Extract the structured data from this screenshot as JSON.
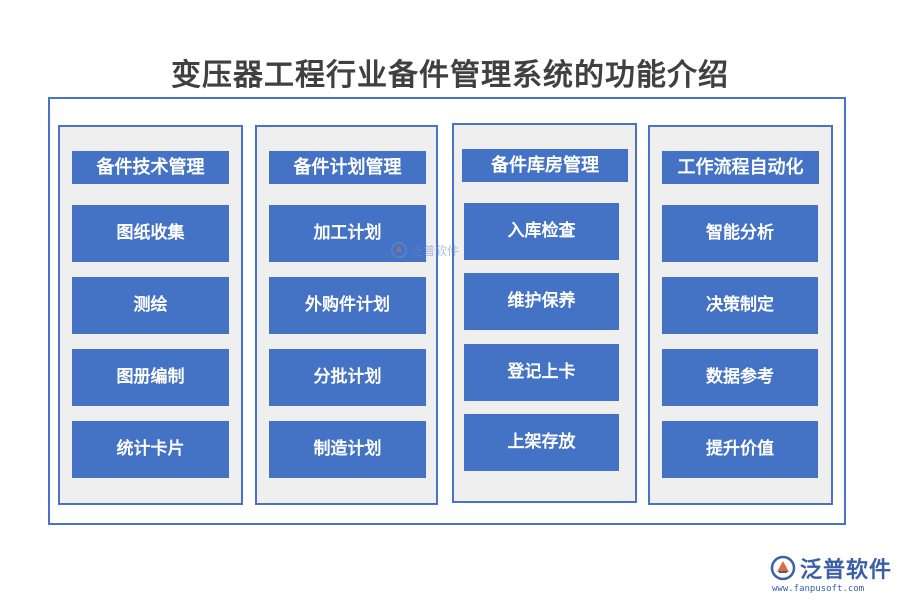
{
  "title": "变压器工程行业备件管理系统的功能介绍",
  "columns": [
    {
      "header": "备件技术管理",
      "items": [
        "图纸收集",
        "测绘",
        "图册编制",
        "统计卡片"
      ]
    },
    {
      "header": "备件计划管理",
      "items": [
        "加工计划",
        "外购件计划",
        "分批计划",
        "制造计划"
      ]
    },
    {
      "header": "备件库房管理",
      "items": [
        "入库检查",
        "维护保养",
        "登记上卡",
        "上架存放"
      ]
    },
    {
      "header": "工作流程自动化",
      "items": [
        "智能分析",
        "决策制定",
        "数据参考",
        "提升价值"
      ]
    }
  ],
  "watermark": {
    "text": "泛普软件"
  },
  "logo": {
    "name": "泛普软件",
    "url": "www.fanpusoft.com",
    "icon": "fanpu-logo-icon"
  },
  "colors": {
    "box": "#4472c4",
    "border": "#4a72c8",
    "panel": "#efefef",
    "title": "#404040"
  }
}
